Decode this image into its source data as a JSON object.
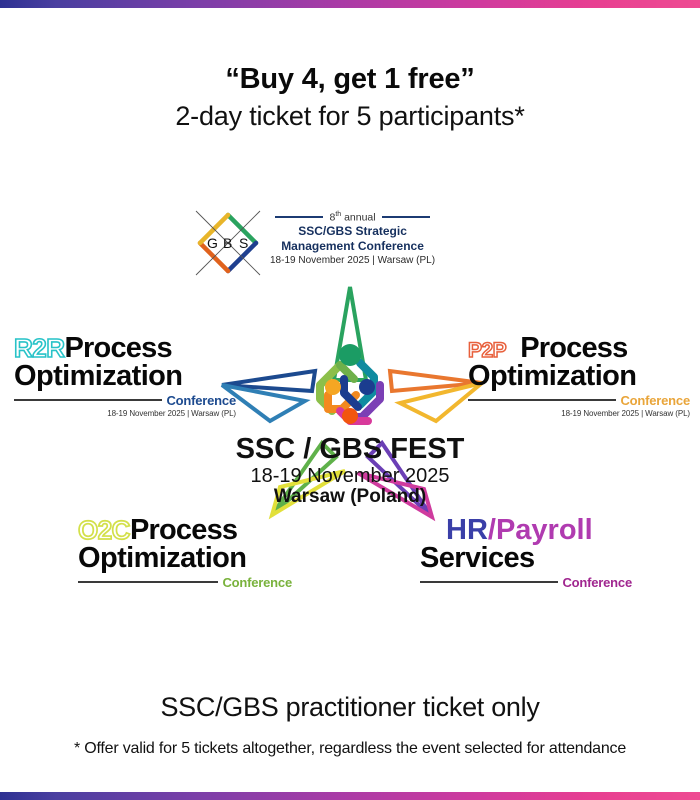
{
  "theme": {
    "gradient_start": "#2e3192",
    "gradient_end": "#ee4c92",
    "background": "#ffffff",
    "text": "#111111"
  },
  "headline": {
    "line1": "“Buy 4, get 1 free”",
    "line2": "2-day ticket for 5 participants*"
  },
  "hub": {
    "title": "SSC / GBS FEST",
    "date": "18-19 November 2025",
    "city": "Warsaw (Poland)",
    "logo_icon": "ssc-gbs-fest-pinwheel-icon"
  },
  "gbs_conference": {
    "mark_letters": [
      "G",
      "B",
      "S"
    ],
    "annual": "8",
    "annual_sup": "th",
    "annual_word": "annual",
    "title_line1": "SSC/GBS Strategic",
    "title_line2": "Management Conference",
    "date_location": "18-19 November 2025 | Warsaw (PL)",
    "rule_color": "#1c3b73",
    "diamond_colors": {
      "top_right": "#2aa35f",
      "bottom_right": "#1f3f8f",
      "bottom_left": "#e0621d",
      "top_left": "#e8b52a"
    }
  },
  "events": [
    {
      "id": "r2r",
      "abbr": "R2R",
      "abbr_color": "#28c3c8",
      "line1_rest": "Process",
      "line2": "Optimization",
      "conference_label": "Conference",
      "conference_color": "#1c4a8f",
      "date_location": "18-19 November 2025 | Warsaw (PL)",
      "arrow_color": "#1c4a8f"
    },
    {
      "id": "p2p",
      "abbr": "P2P",
      "abbr_color": "#e8603c",
      "line1_rest": "Process",
      "line2": "Optimization",
      "conference_label": "Conference",
      "conference_color": "#e9a53a",
      "date_location": "18-19 November 2025 | Warsaw (PL)",
      "arrow_color": "#e9772f"
    },
    {
      "id": "o2c",
      "abbr": "O2C",
      "abbr_color": "#d3e04a",
      "line1_rest": "Process",
      "line2": "Optimization",
      "conference_label": "Conference",
      "conference_color": "#79b23c",
      "date_location": "",
      "arrow_color": "#5fb14a"
    },
    {
      "id": "hr-payroll",
      "abbr": "HR",
      "abbr2": "/Payroll",
      "abbr_color": "#3a3fa8",
      "abbr2_color": "#b03bb0",
      "line2": "Services",
      "conference_label": "Conference",
      "conference_color": "#a0268f",
      "date_location": "",
      "arrow_color": "#6b3fb5"
    }
  ],
  "arrows": {
    "top_color": "#2aa35f",
    "left_color": "#1c4a8f",
    "left_color2": "#2f7fb5",
    "right_color": "#e9772f",
    "right_color2": "#f2b72e",
    "bottom_left_color": "#5fb14a",
    "bottom_left_color2": "#e2e03a",
    "bottom_right_color": "#6b3fb5",
    "bottom_right_color2": "#cf3b9e"
  },
  "footer": {
    "line1": "SSC/GBS practitioner ticket only",
    "line2": "* Offer valid for 5 tickets altogether, regardless the event selected for attendance"
  }
}
